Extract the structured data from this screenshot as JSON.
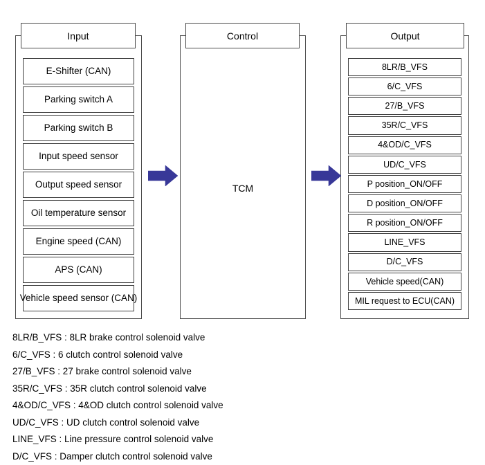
{
  "diagram": {
    "columns": [
      {
        "id": "input",
        "header": "Input",
        "items": [
          "E-Shifter (CAN)",
          "Parking switch A",
          "Parking switch B",
          "Input speed sensor",
          "Output speed sensor",
          "Oil temperature sensor",
          "Engine speed (CAN)",
          "APS (CAN)",
          "Vehicle speed sensor (CAN)"
        ]
      },
      {
        "id": "control",
        "header": "Control",
        "center_label": "TCM",
        "items": []
      },
      {
        "id": "output",
        "header": "Output",
        "items": [
          "8LR/B_VFS",
          "6/C_VFS",
          "27/B_VFS",
          "35R/C_VFS",
          "4&OD/C_VFS",
          "UD/C_VFS",
          "P position_ON/OFF",
          "D position_ON/OFF",
          "R position_ON/OFF",
          "LINE_VFS",
          "D/C_VFS",
          "Vehicle speed(CAN)",
          "MIL request to ECU(CAN)"
        ]
      }
    ],
    "arrows": [
      {
        "id": "input-to-control",
        "color": "#383898"
      },
      {
        "id": "control-to-output",
        "color": "#383898"
      }
    ]
  },
  "legend": {
    "lines": [
      "8LR/B_VFS : 8LR brake control solenoid valve",
      "6/C_VFS : 6 clutch control solenoid valve",
      "27/B_VFS : 27 brake control solenoid valve",
      "35R/C_VFS : 35R clutch control solenoid valve",
      "4&OD/C_VFS  : 4&OD clutch control solenoid valve",
      "UD/C_VFS : UD clutch control solenoid valve",
      "LINE_VFS : Line pressure control solenoid valve",
      "D/C_VFS : Damper clutch control solenoid valve"
    ]
  },
  "colors": {
    "arrow": "#383898",
    "box_border": "#3d3d3d",
    "container_border": "#4a4a4a",
    "background": "#ffffff"
  }
}
